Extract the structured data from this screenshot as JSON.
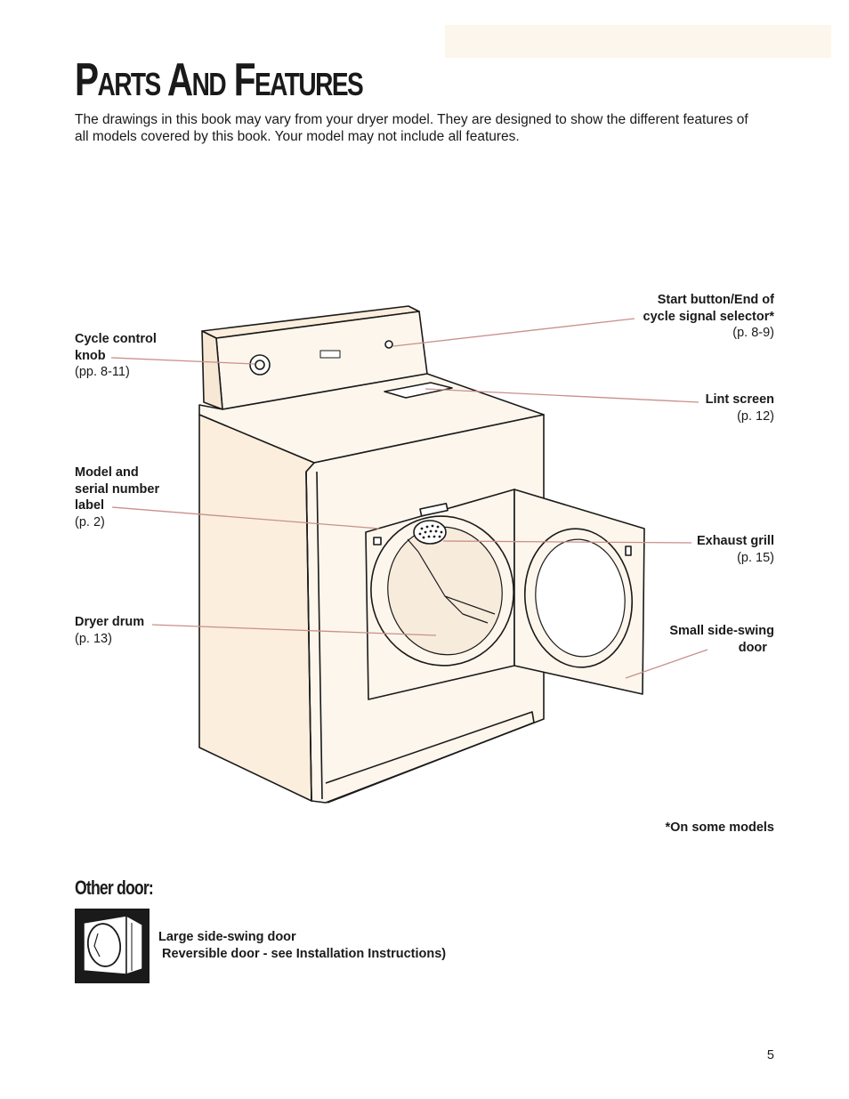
{
  "page": {
    "title": "Parts And Features",
    "intro": "The drawings in this book may vary from your dryer model. They are designed to show the different features of all models covered by this book. Your model may not include all features.",
    "footnote": "*On some models",
    "page_number": "5"
  },
  "labels": {
    "cycle_knob": {
      "line1": "Cycle control",
      "line2": "knob",
      "ref": "(pp. 8-11)"
    },
    "model_label": {
      "line1": "Model and",
      "line2": "serial number",
      "line3": "label",
      "ref": "(p. 2)"
    },
    "dryer_drum": {
      "name": "Dryer drum",
      "ref": "(p. 13)"
    },
    "start_button": {
      "line1": "Start button/End of",
      "line2": "cycle signal selector*",
      "ref": "(p. 8-9)"
    },
    "lint_screen": {
      "name": "Lint screen",
      "ref": "(p. 12)"
    },
    "exhaust_grill": {
      "name": "Exhaust grill",
      "ref": "(p. 15)"
    },
    "small_door": {
      "line1": "Small side-swing",
      "line2": "door  "
    }
  },
  "other_door": {
    "heading": "Other door:",
    "line1": "Large side-swing door",
    "line2": " Reversible door - see Installation Instructions)"
  },
  "colors": {
    "appliance_fill": "#fdf6ec",
    "leader_line": "#c9908a",
    "outline": "#1a1a1a"
  }
}
